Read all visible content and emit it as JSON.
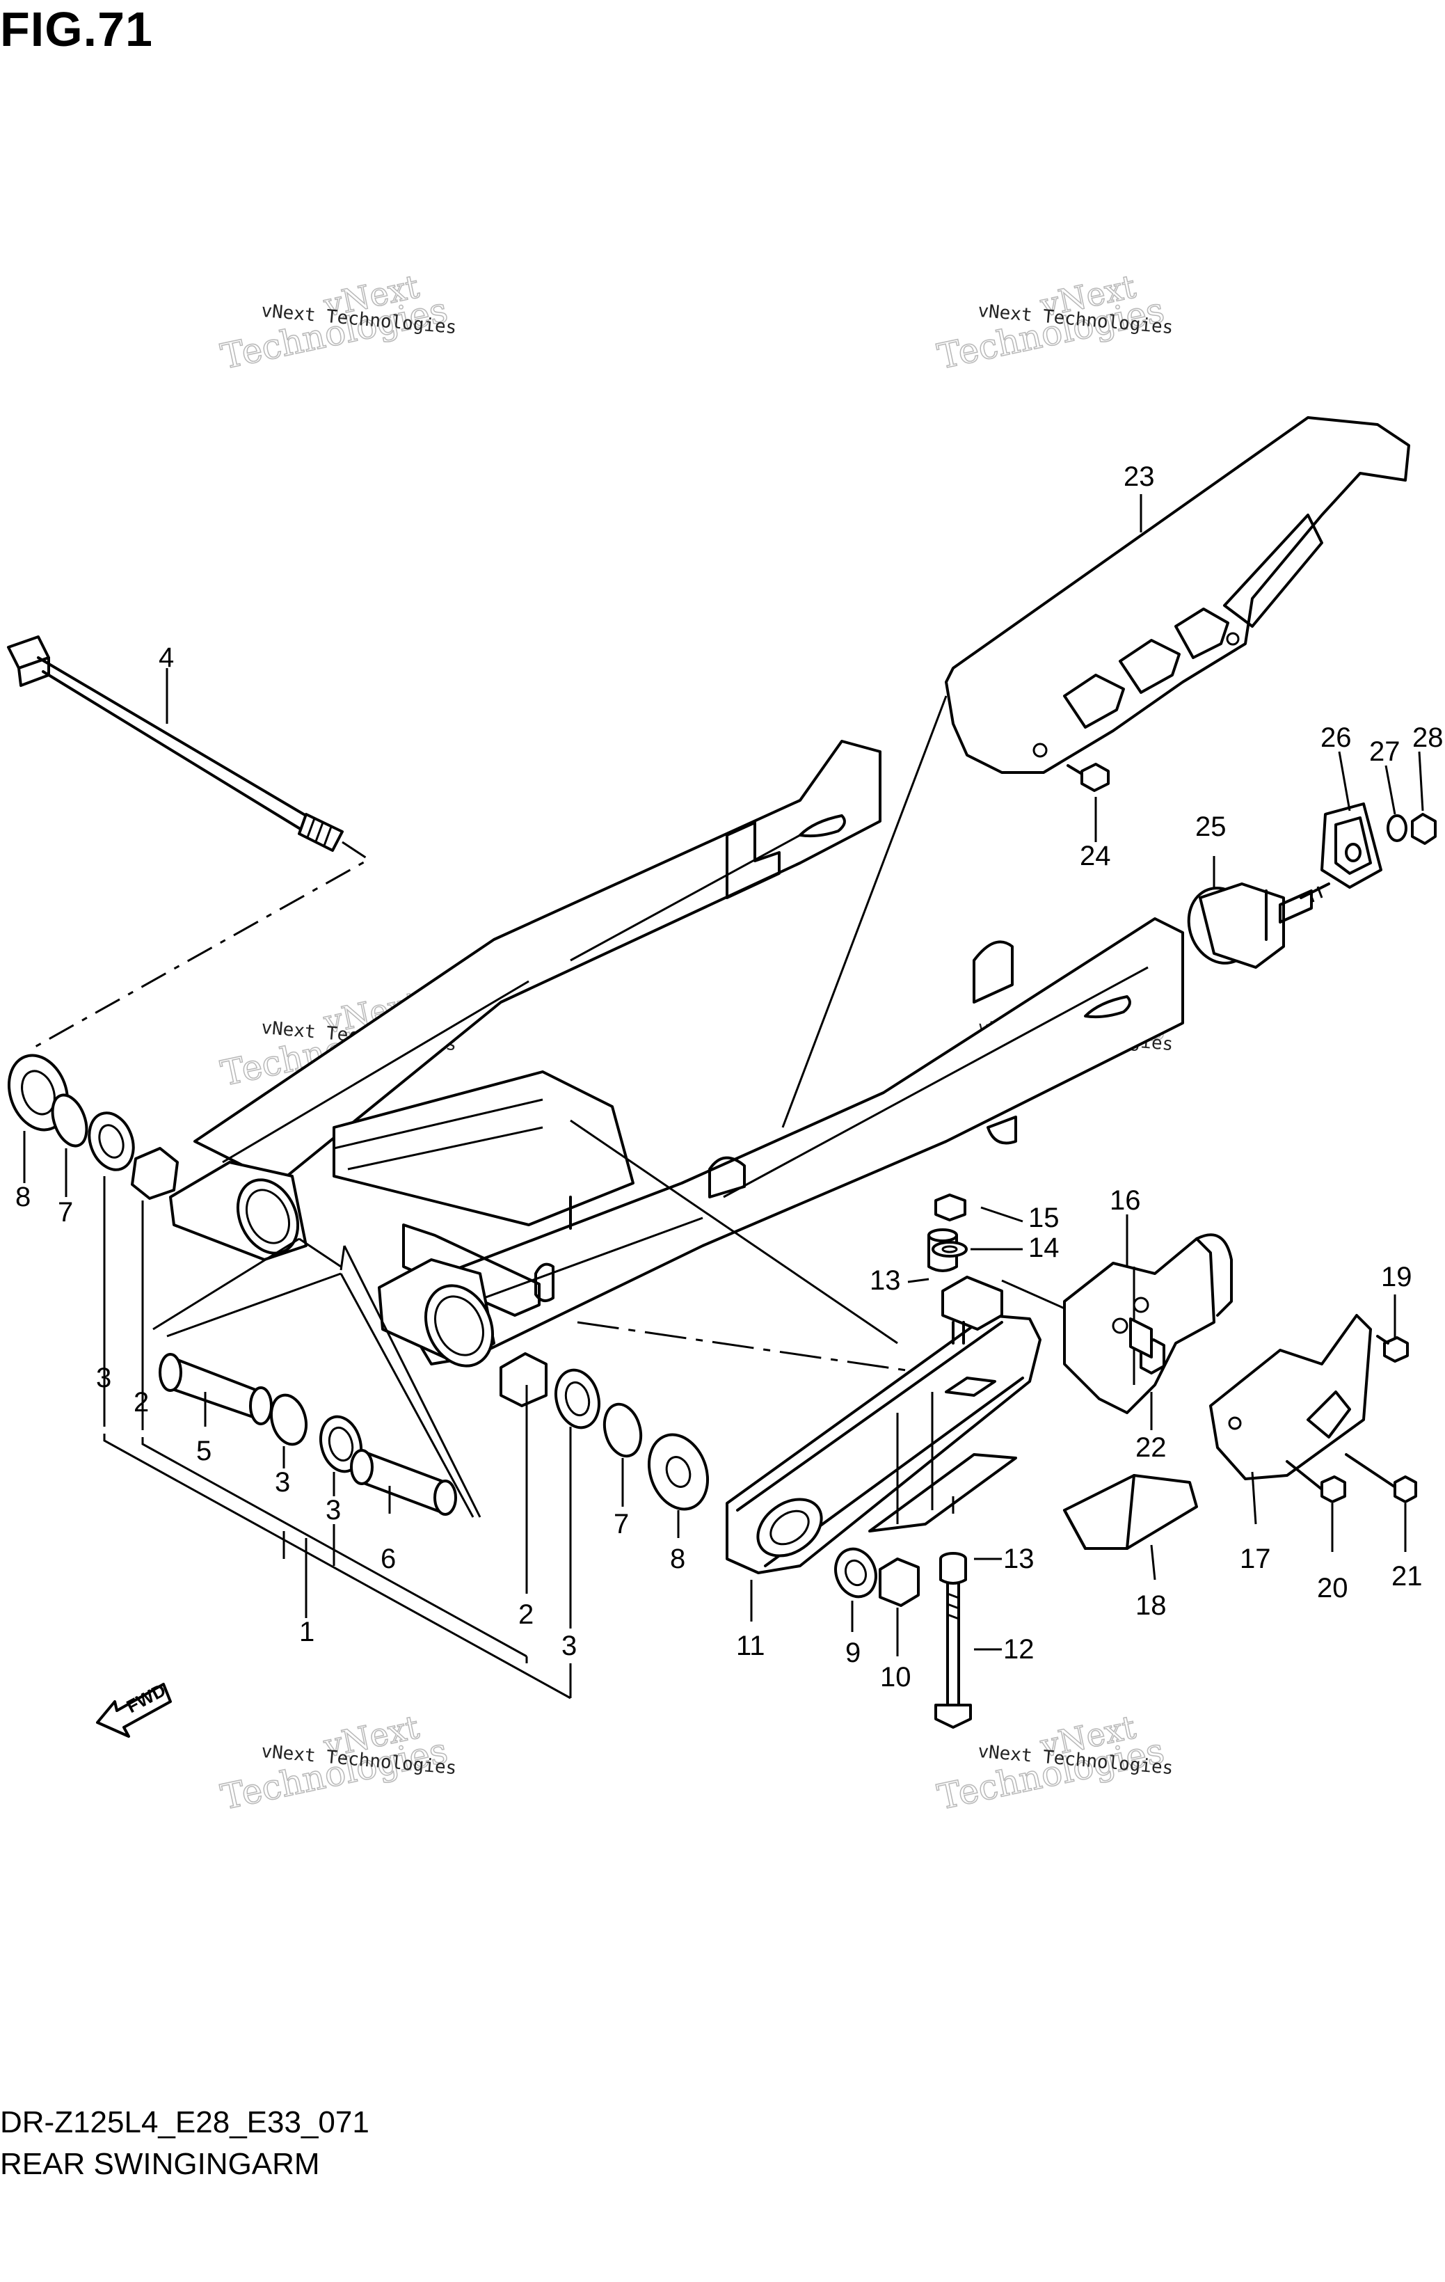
{
  "figure": {
    "title": "FIG.71"
  },
  "footer": {
    "code": "DR-Z125L4_E28_E33_071",
    "name": "REAR SWINGINGARM"
  },
  "watermark": {
    "line1": "vNext",
    "line2": "Technologies",
    "small": "vNext Technologies"
  },
  "fwd_label": "FWD",
  "callouts": {
    "c1": "1",
    "c2a": "2",
    "c2b": "2",
    "c3a": "3",
    "c3b": "3",
    "c3c": "3",
    "c3d": "3",
    "c4": "4",
    "c5": "5",
    "c6": "6",
    "c7a": "7",
    "c7b": "7",
    "c8a": "8",
    "c8b": "8",
    "c9": "9",
    "c10": "10",
    "c11": "11",
    "c12": "12",
    "c13a": "13",
    "c13b": "13",
    "c14": "14",
    "c15": "15",
    "c16": "16",
    "c17": "17",
    "c18": "18",
    "c19": "19",
    "c20": "20",
    "c21": "21",
    "c22": "22",
    "c23": "23",
    "c24": "24",
    "c25": "25",
    "c26": "26",
    "c27": "27",
    "c28": "28"
  }
}
